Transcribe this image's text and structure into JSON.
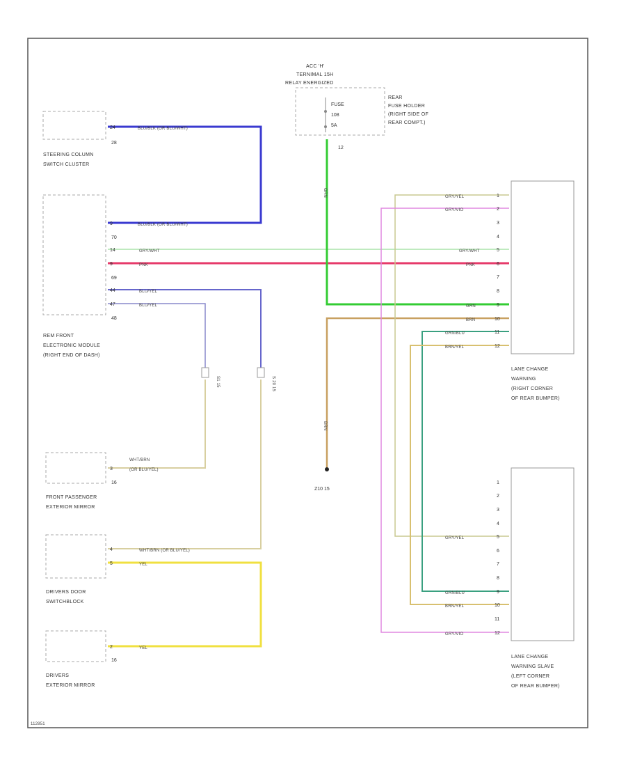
{
  "components": {
    "steering_column": {
      "lines": [
        "STEERING COLUMN",
        "SWITCH CLUSTER"
      ],
      "conn": "28",
      "pin": "24"
    },
    "rem_front": {
      "lines": [
        "REM FRONT",
        "ELECTRONIC MODULE",
        "(RIGHT END OF DASH)"
      ],
      "conn1": "70",
      "conn2": "69",
      "conn3": "48",
      "pins": [
        "9",
        "14",
        "9",
        "44",
        "47"
      ]
    },
    "front_pass_mirror": {
      "lines": [
        "FRONT PASSENGER",
        "EXTERIOR MIRROR"
      ],
      "conn": "16",
      "pin": "3"
    },
    "drivers_door": {
      "lines": [
        "DRIVERS DOOR",
        "SWITCHBLOCK"
      ],
      "conn": "",
      "pins": [
        "4",
        "5"
      ]
    },
    "drivers_mirror": {
      "lines": [
        "DRIVERS",
        "EXTERIOR MIRROR"
      ],
      "conn": "16",
      "pin": "2"
    },
    "acc_relay": {
      "lines": [
        "ACC 'H'",
        "TERNIMAL 15H",
        "RELAY ENERGIZED"
      ]
    },
    "fuse": {
      "label": "FUSE",
      "num": "108",
      "amp": "5A"
    },
    "rear_fuse_holder": {
      "lines": [
        "REAR",
        "FUSE HOLDER",
        "(RIGHT SIDE OF",
        "REAR COMPT.)"
      ],
      "conn": "12"
    },
    "lcw_master": {
      "lines": [
        "LANE CHANGE",
        "WARNING",
        "(RIGHT CORNER",
        "OF REAR BUMPER)"
      ],
      "pins": [
        "1",
        "2",
        "3",
        "4",
        "5",
        "6",
        "7",
        "8",
        "9",
        "10",
        "11",
        "12"
      ]
    },
    "lcw_slave": {
      "lines": [
        "LANE CHANGE",
        "WARNING SLAVE",
        "(LEFT CORNER",
        "OF REAR BUMPER)"
      ],
      "pins": [
        "1",
        "2",
        "3",
        "4",
        "5",
        "6",
        "7",
        "8",
        "9",
        "10",
        "11",
        "12"
      ]
    }
  },
  "wires": {
    "steer_to_rem": "BLU/BLK (OR BLU/WHT)",
    "steer_to_rem_2": "BLU/BLK (OR BLU/WHT)",
    "gry_wht": "GRY/WHT",
    "pnk": "PNK",
    "blu_yel_1": "BLU/YEL",
    "blu_yel_2": "BLU/YEL",
    "fuse_grn": "GRN",
    "brn_ground": "BRN",
    "mirror_pass": [
      "WHT/BRN",
      "(OR BLU/YEL)"
    ],
    "door_whtbrn": "WHT/BRN (OR BLU/YEL)",
    "yel_1": "YEL",
    "yel_2": "YEL",
    "gry_yel_top": "GRY/YEL",
    "gry_vio_top": "GRY/VIO",
    "gry_wht_right": "GRY/WHT",
    "pnk_right": "PNK",
    "grn_right": "GRN",
    "brn_right": "BRN",
    "grn_blu": "GRN/BLU",
    "brn_yel": "BRN/YEL",
    "slave_gry_yel": "GRY/YEL",
    "slave_grn_blu": "GRN/BLU",
    "slave_brn_yel": "BRN/YEL",
    "slave_gry_vio": "GRY/VIO",
    "splice_1": "S1 15",
    "splice_2": "S 20 15",
    "ground": "Z10 15"
  },
  "footer": {
    "code": "112851"
  },
  "colors": {
    "blue": "#3a3ad0",
    "green": "#33cc33",
    "pink": "#e63a6a",
    "light_green": "#99dd99",
    "yellow": "#f0e040",
    "tan": "#d8cfa0",
    "brown": "#c0a060",
    "violet": "#e088e0",
    "olive": "#c8c890",
    "teal": "#3aa080"
  }
}
